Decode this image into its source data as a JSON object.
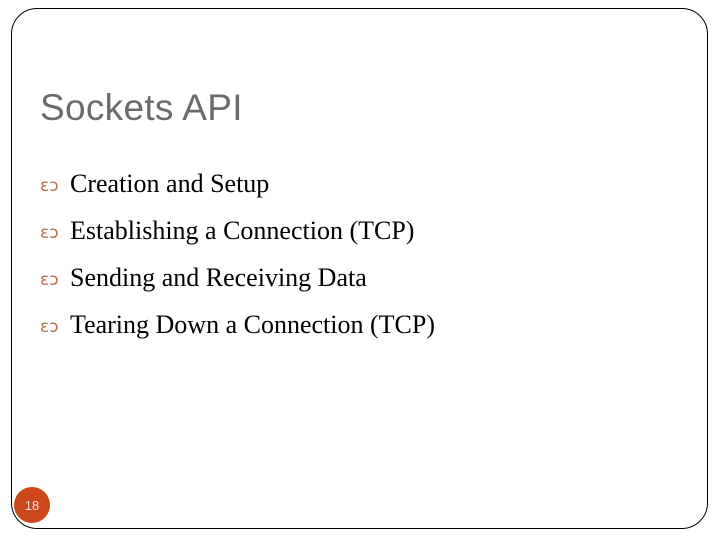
{
  "slide": {
    "title": "Sockets API",
    "page_number": "18",
    "accent_color": "#cc4719",
    "title_color": "#6b6b6b",
    "bullet_glyph_color": "#b4714f",
    "frame_color": "#000000",
    "background_color": "#ffffff",
    "bullet_glyph": "ɛɔ",
    "bullets": [
      {
        "glyph": "ɛɔ",
        "text": "Creation and Setup"
      },
      {
        "glyph": "ɛɔ",
        "text": "Establishing a Connection (TCP)"
      },
      {
        "glyph": "ɛɔ",
        "text": "Sending and Receiving Data"
      },
      {
        "glyph": "ɛɔ",
        "text": "Tearing Down a Connection (TCP)"
      }
    ]
  }
}
